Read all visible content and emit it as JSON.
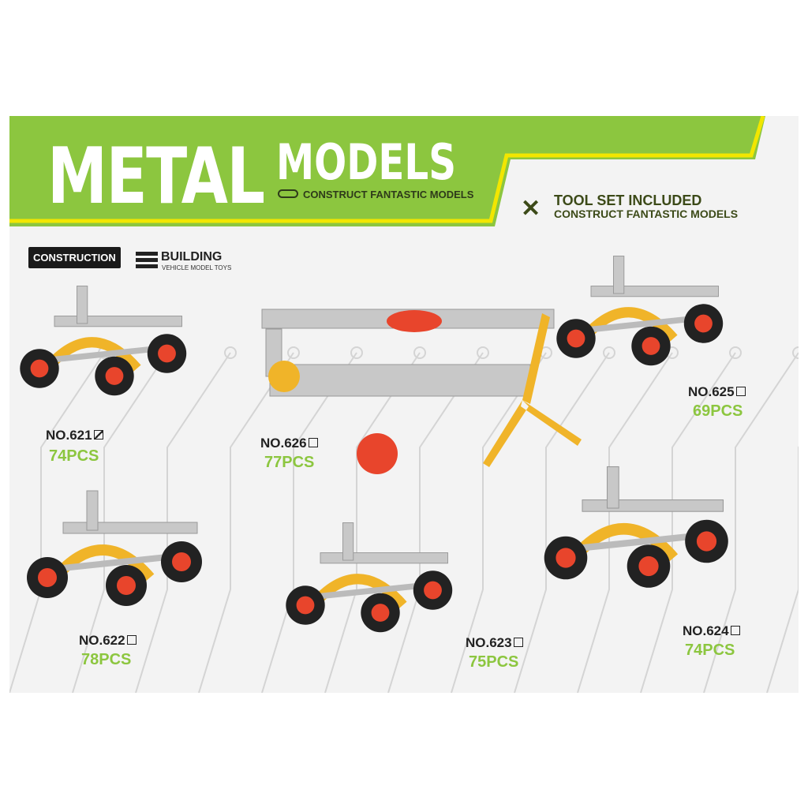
{
  "header": {
    "title_word1": "METAL",
    "title_word2": "MODELS",
    "subtitle": "CONSTRUCT FANTASTIC MODELS"
  },
  "tool_set": {
    "title": "TOOL SET INCLUDED",
    "subtitle": "CONSTRUCT FANTASTIC MODELS"
  },
  "badges": {
    "construction": "CONSTRUCTION",
    "building": "BUILDING",
    "building_sub": "VEHICLE MODEL TOYS"
  },
  "models": [
    {
      "number": "NO.621",
      "pieces": "74PCS",
      "checked": true
    },
    {
      "number": "NO.626",
      "pieces": "77PCS",
      "checked": false
    },
    {
      "number": "NO.625",
      "pieces": "69PCS",
      "checked": false
    },
    {
      "number": "NO.622",
      "pieces": "78PCS",
      "checked": false
    },
    {
      "number": "NO.623",
      "pieces": "75PCS",
      "checked": false
    },
    {
      "number": "NO.624",
      "pieces": "74PCS",
      "checked": false
    }
  ],
  "colors": {
    "banner": "#8cc63f",
    "stripe": "#f2e600",
    "label_green": "#8cc63f",
    "wheel": "#e8452c",
    "frame_yellow": "#f0b429"
  }
}
